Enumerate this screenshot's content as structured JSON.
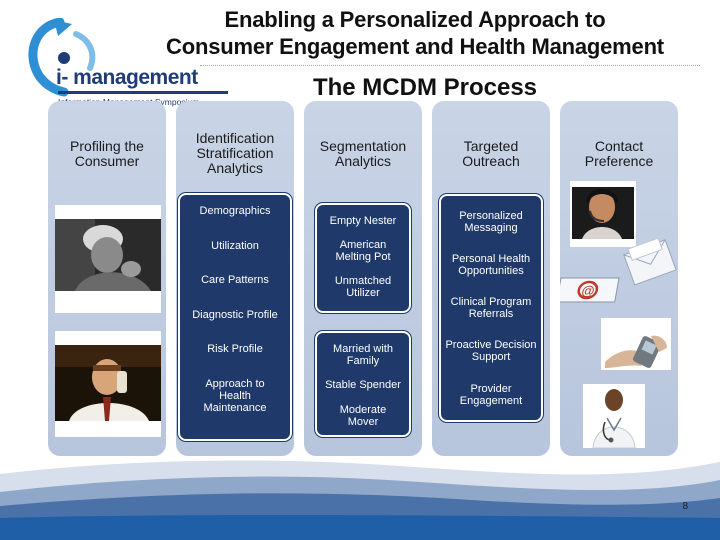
{
  "header": {
    "title_line1": "Enabling a Personalized Approach to",
    "title_line2": "Consumer Engagement and Health Management",
    "subtitle": "The MCDM Process"
  },
  "logo": {
    "brand": "i- management",
    "tagline": "Information Management Symposium"
  },
  "columns": [
    {
      "title": "Profiling the Consumer"
    },
    {
      "title": "Identification Stratification Analytics",
      "items": [
        "Demographics",
        "Utilization",
        "Care Patterns",
        "Diagnostic Profile",
        "Risk Profile",
        "Approach to Health Maintenance"
      ]
    },
    {
      "title": "Segmentation Analytics",
      "groups": [
        [
          "Empty Nester",
          "American Melting Pot",
          "Unmatched Utilizer"
        ],
        [
          "Married with Family",
          "Stable Spender",
          "Moderate Mover"
        ]
      ]
    },
    {
      "title": "Targeted Outreach",
      "items": [
        "Personalized Messaging",
        "Personal Health Opportunities",
        "Clinical Program Referrals",
        "Proactive Decision Support",
        "Provider Engagement"
      ]
    },
    {
      "title": "Contact Preference"
    }
  ],
  "footer": {
    "page_number": "8"
  },
  "colors": {
    "navy": "#1f3a6a",
    "column_bg": "#c3cfe2",
    "wave_blue": "#1f5fa8"
  }
}
